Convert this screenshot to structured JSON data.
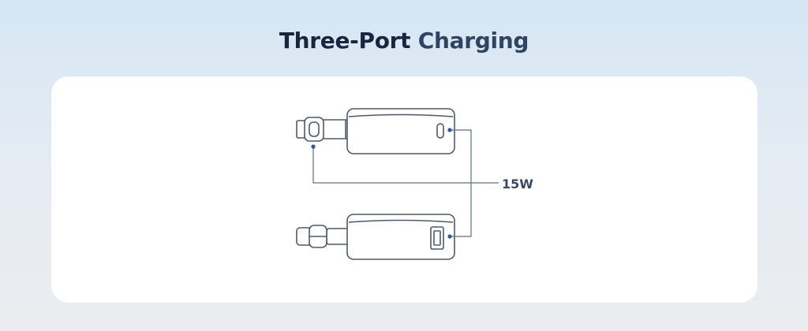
{
  "title": {
    "part1": "Three-Port",
    "part2": "Charging"
  },
  "diagram": {
    "output_label": "15W",
    "colors": {
      "outline": "#4e5a6c",
      "connector_line": "#5a708e",
      "dot": "#2e5a9a",
      "card_bg": "#ffffff"
    },
    "devices": [
      {
        "name": "top-charger",
        "ports": [
          "usb-c-port"
        ],
        "cable": "usb-c-cable"
      },
      {
        "name": "bottom-charger",
        "ports": [
          "usb-a-port"
        ],
        "cable": "usb-c-cable"
      }
    ]
  }
}
